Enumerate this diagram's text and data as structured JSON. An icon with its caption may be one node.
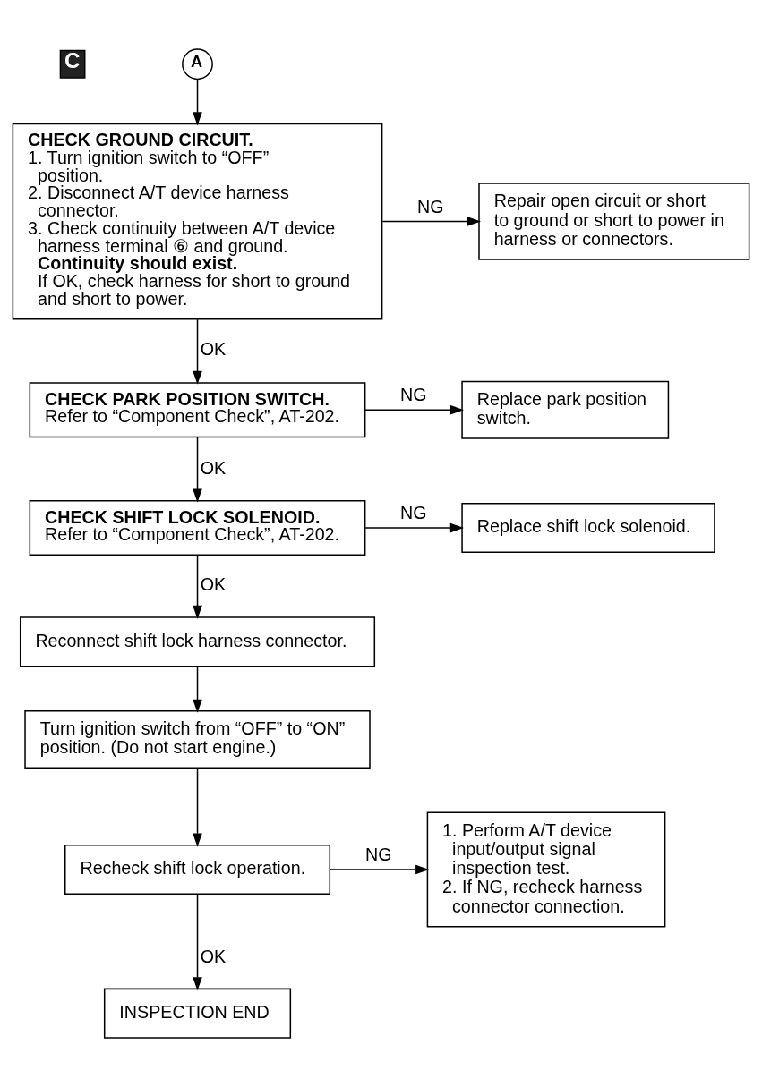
{
  "diagram": {
    "nodes": [
      {
        "text": [
          "A"
        ]
      },
      {
        "text": [
          "CHECK GROUND CIRCUIT.",
          "1. Turn ignition switch to “OFF” position.",
          "2. Disconnect A/T device harness connector.",
          "3. Check continuity between A/T device harness terminal ⑥ and ground.",
          "Continuity should exist.",
          "If OK, check harness for short to ground and short to power."
        ]
      },
      {
        "text": [
          "Repair open circuit or short to ground or short to power in harness or connectors."
        ]
      },
      {
        "text": [
          "CHECK PARK POSITION SWITCH.",
          "Refer to “Component Check”, AT-202."
        ]
      },
      {
        "text": [
          "Replace park position switch."
        ]
      },
      {
        "text": [
          "CHECK SHIFT LOCK SOLENOID.",
          "Refer to “Component Check”, AT-202."
        ]
      },
      {
        "text": [
          "Replace shift lock solenoid."
        ]
      },
      {
        "text": [
          "Reconnect shift lock harness connector."
        ]
      },
      {
        "text": [
          "Turn ignition switch from “OFF” to “ON” position. (Do not start engine.)"
        ]
      },
      {
        "text": [
          "Recheck shift lock operation."
        ]
      },
      {
        "text": [
          "1. Perform A/T device input/output signal inspection test.",
          "2. If NG, recheck harness connector connection."
        ]
      },
      {
        "text": [
          "INSPECTION END"
        ]
      }
    ],
    "edges": [
      {
        "from": 0,
        "to": 1,
        "arrow": "to"
      },
      {
        "from": 1,
        "to": 2,
        "arrow": "to",
        "label": "NG"
      },
      {
        "from": 1,
        "to": 3,
        "arrow": "to",
        "label": "OK"
      },
      {
        "from": 3,
        "to": 4,
        "arrow": "to",
        "label": "NG"
      },
      {
        "from": 3,
        "to": 5,
        "arrow": "to",
        "label": "OK"
      },
      {
        "from": 5,
        "to": 6,
        "arrow": "to",
        "label": "NG"
      },
      {
        "from": 5,
        "to": 7,
        "arrow": "to",
        "label": "OK"
      },
      {
        "from": 7,
        "to": 8,
        "arrow": "to"
      },
      {
        "from": 8,
        "to": 9,
        "arrow": "to"
      },
      {
        "from": 9,
        "to": 10,
        "arrow": "to",
        "label": "NG"
      },
      {
        "from": 9,
        "to": 11,
        "arrow": "to",
        "label": "OK"
      }
    ],
    "labels": [
      "C"
    ]
  }
}
